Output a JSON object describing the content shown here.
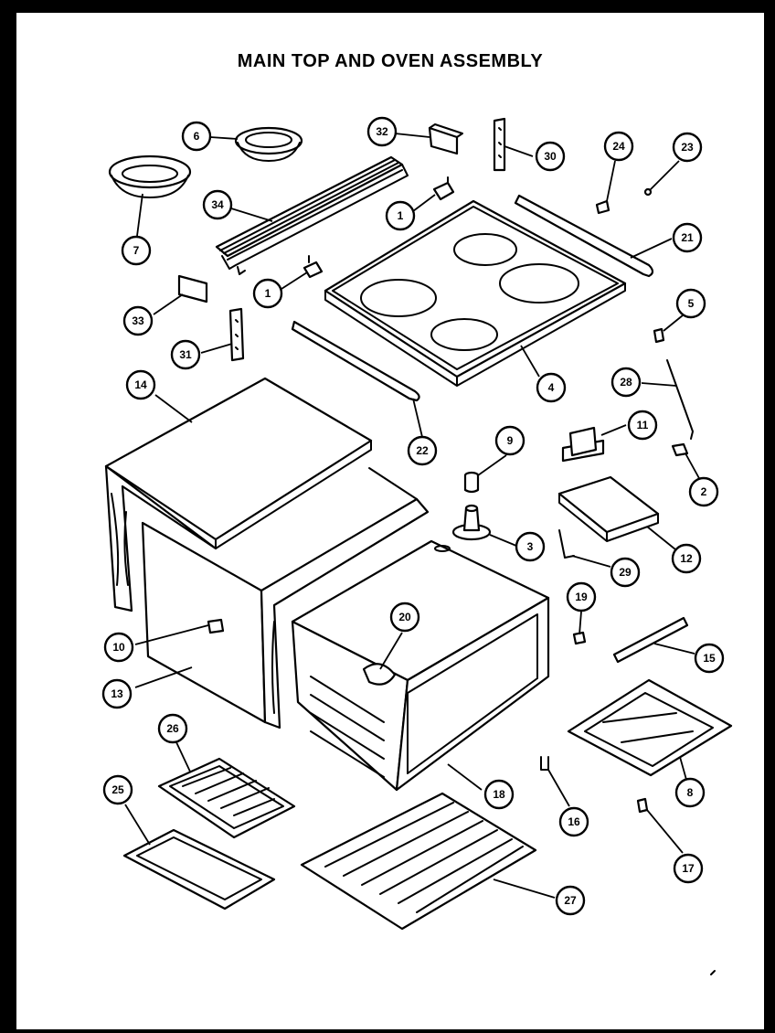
{
  "title": "MAIN TOP AND OVEN ASSEMBLY",
  "callouts": [
    {
      "id": "c6",
      "label": "6"
    },
    {
      "id": "c7",
      "label": "7"
    },
    {
      "id": "c32",
      "label": "32"
    },
    {
      "id": "c30",
      "label": "30"
    },
    {
      "id": "c24",
      "label": "24"
    },
    {
      "id": "c23",
      "label": "23"
    },
    {
      "id": "c34",
      "label": "34"
    },
    {
      "id": "c1a",
      "label": "1"
    },
    {
      "id": "c21",
      "label": "21"
    },
    {
      "id": "c1b",
      "label": "1"
    },
    {
      "id": "c33",
      "label": "33"
    },
    {
      "id": "c5",
      "label": "5"
    },
    {
      "id": "c31",
      "label": "31"
    },
    {
      "id": "c4",
      "label": "4"
    },
    {
      "id": "c28",
      "label": "28"
    },
    {
      "id": "c14",
      "label": "14"
    },
    {
      "id": "c22",
      "label": "22"
    },
    {
      "id": "c9",
      "label": "9"
    },
    {
      "id": "c11",
      "label": "11"
    },
    {
      "id": "c2",
      "label": "2"
    },
    {
      "id": "c3",
      "label": "3"
    },
    {
      "id": "c12",
      "label": "12"
    },
    {
      "id": "c29",
      "label": "29"
    },
    {
      "id": "c20",
      "label": "20"
    },
    {
      "id": "c19",
      "label": "19"
    },
    {
      "id": "c10",
      "label": "10"
    },
    {
      "id": "c15",
      "label": "15"
    },
    {
      "id": "c13",
      "label": "13"
    },
    {
      "id": "c26",
      "label": "26"
    },
    {
      "id": "c18",
      "label": "18"
    },
    {
      "id": "c8",
      "label": "8"
    },
    {
      "id": "c25",
      "label": "25"
    },
    {
      "id": "c16",
      "label": "16"
    },
    {
      "id": "c17",
      "label": "17"
    },
    {
      "id": "c27",
      "label": "27"
    }
  ]
}
